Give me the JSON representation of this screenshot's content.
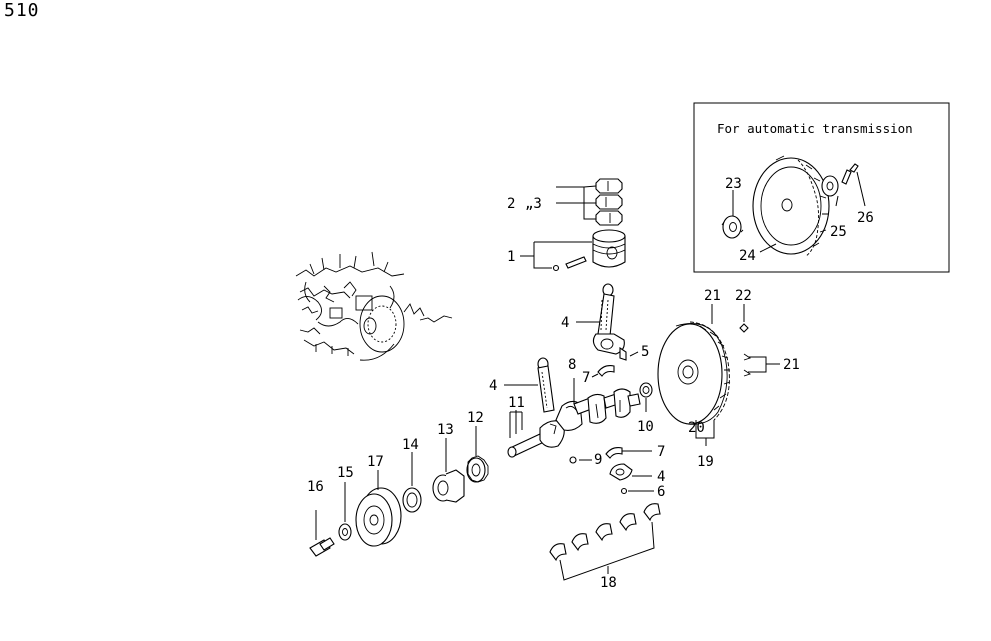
{
  "page_code": "510",
  "inset": {
    "title": "For automatic transmission"
  },
  "callouts": {
    "c1": "1",
    "c2": "2",
    "c3": "„3",
    "c4a": "4",
    "c4b": "4",
    "c4c": "4",
    "c5": "5",
    "c6": "6",
    "c7a": "7",
    "c7b": "7",
    "c8": "8",
    "c9": "9",
    "c10": "10",
    "c11": "11",
    "c12": "12",
    "c13": "13",
    "c14": "14",
    "c15": "15",
    "c16": "16",
    "c17": "17",
    "c18": "18",
    "c19": "19",
    "c20": "20",
    "c21a": "21",
    "c21b": "21",
    "c22": "22",
    "c23": "23",
    "c24": "24",
    "c25": "25",
    "c26": "26"
  }
}
